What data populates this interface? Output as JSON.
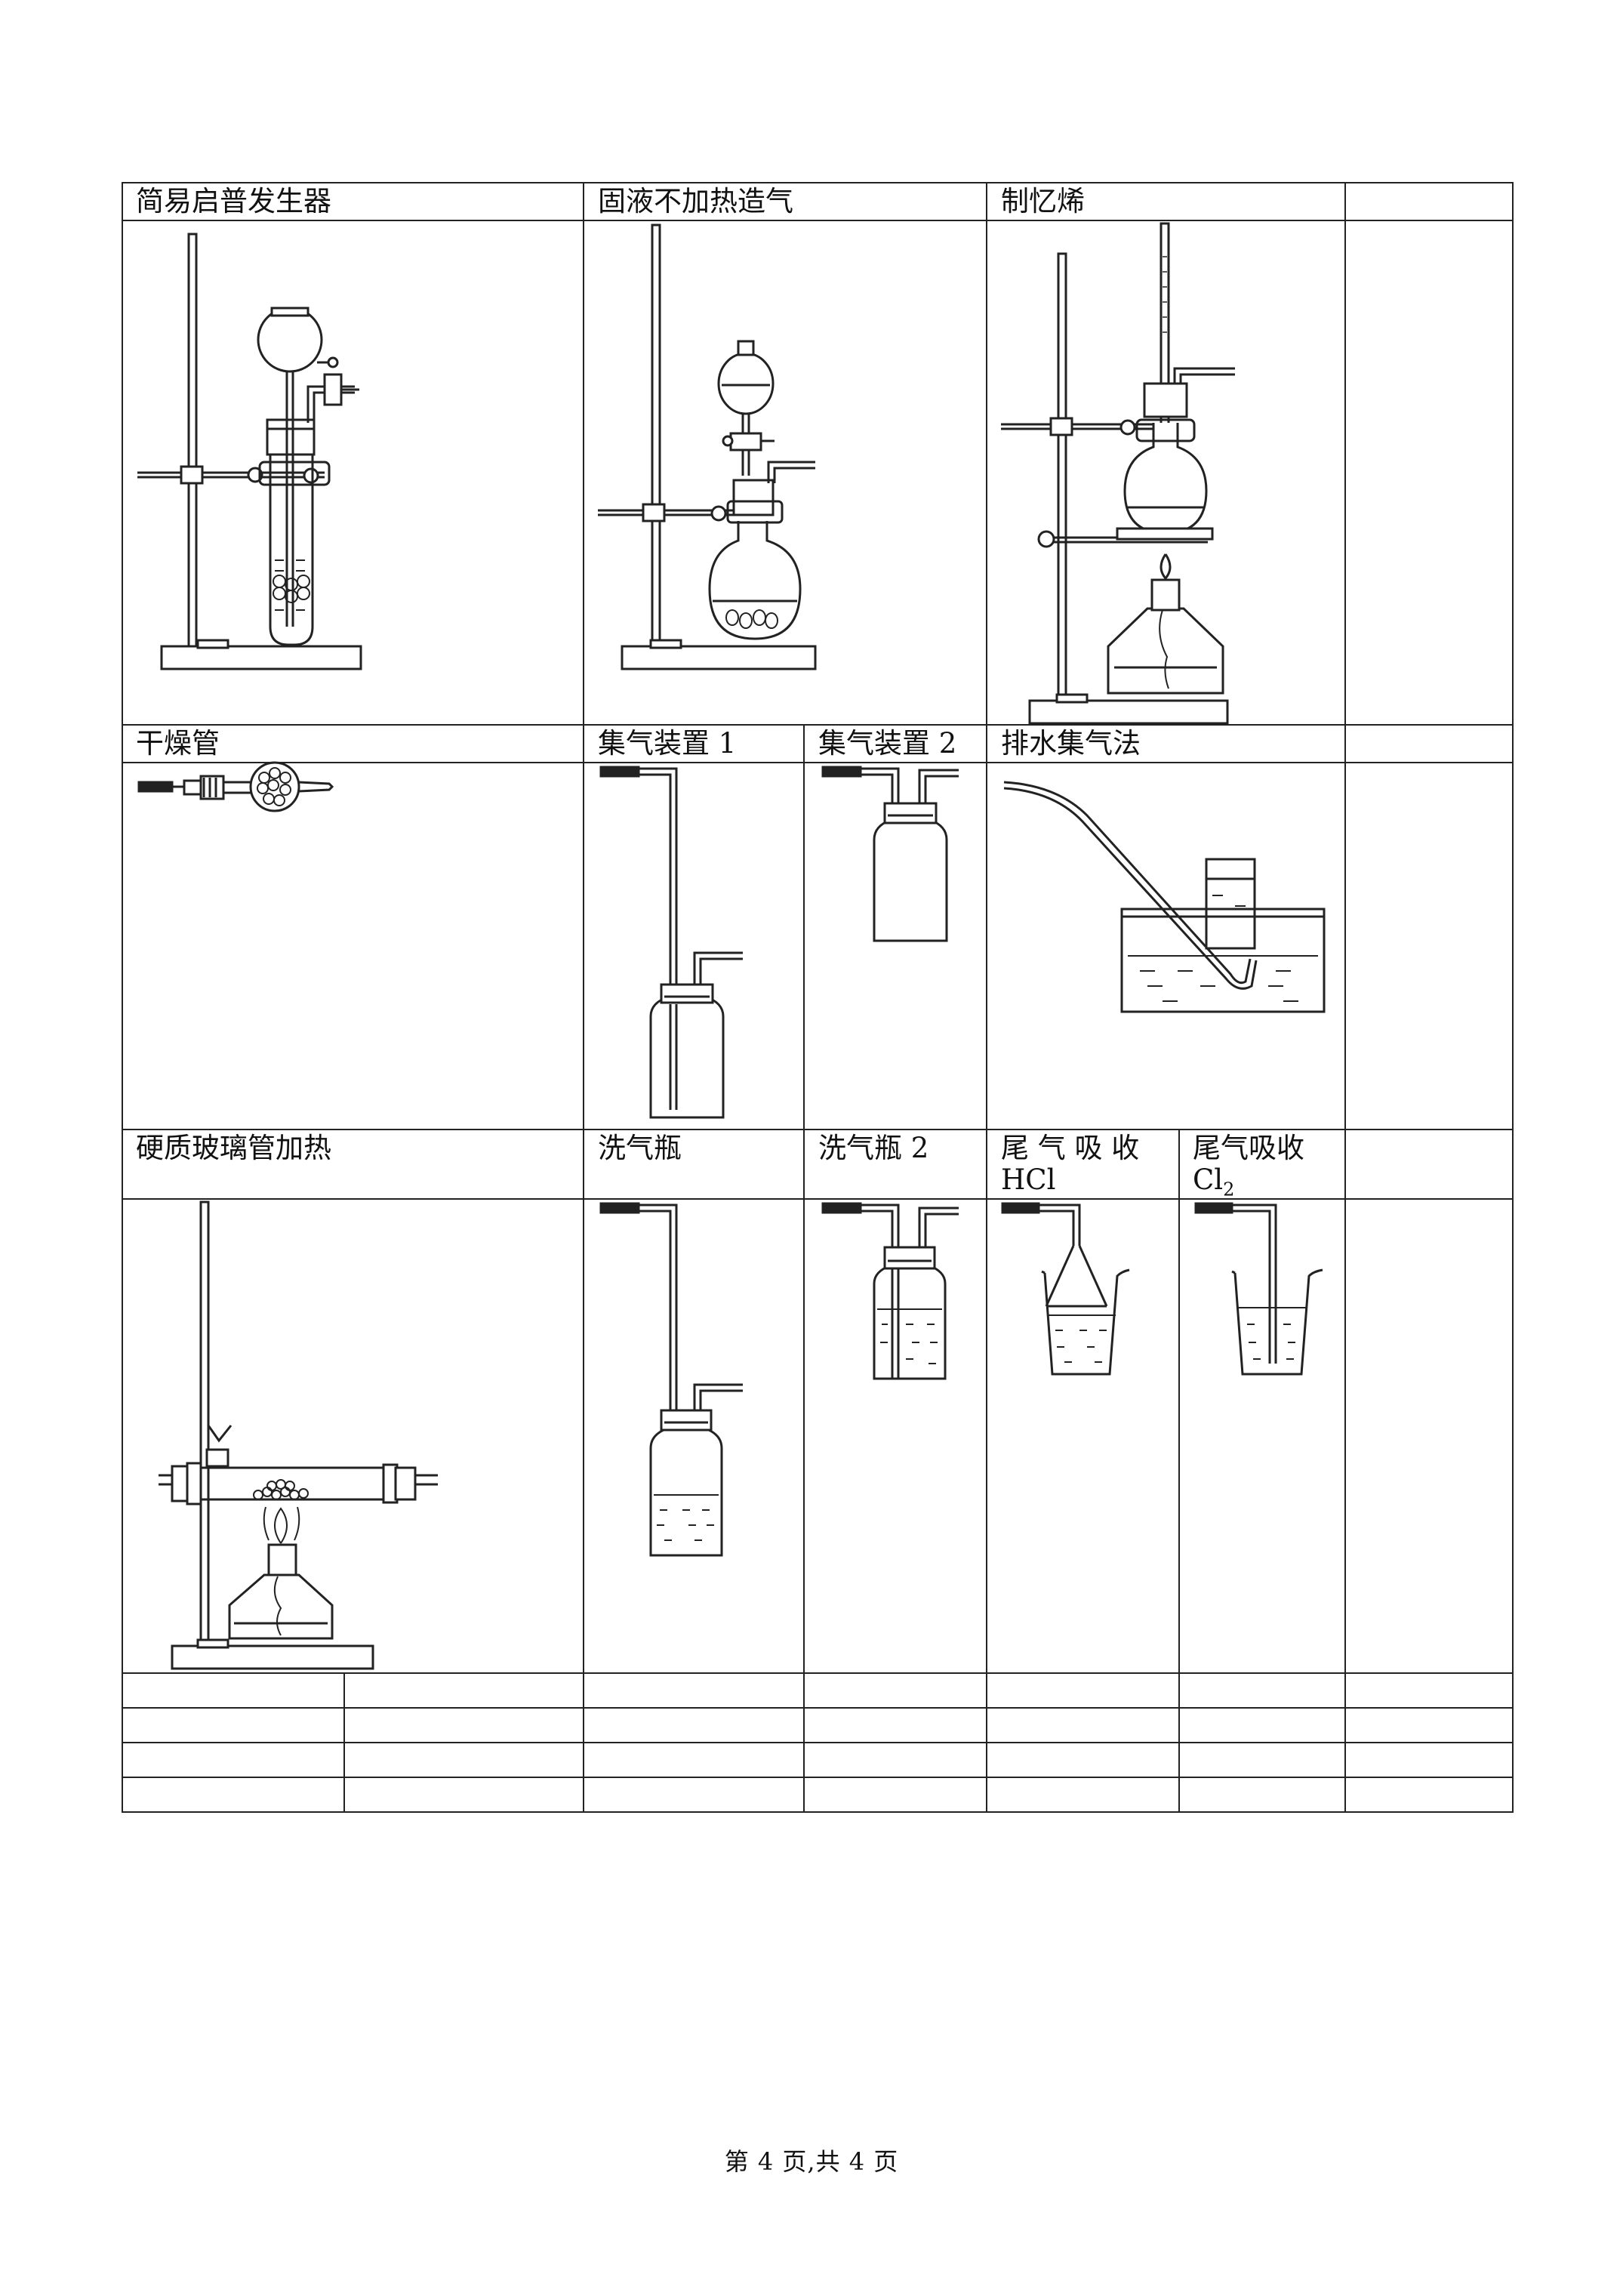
{
  "table": {
    "row1": {
      "simple_kipp_generator": "简易启普发生器",
      "solid_liquid_no_heat": "固液不加热造气",
      "ethylene_prep": "制忆烯",
      "blank": ""
    },
    "row2": {
      "drying_tube": "干燥管",
      "gas_collection_1": "集气装置 1",
      "gas_collection_2": "集气装置 2",
      "water_displacement": "排水集气法"
    },
    "row3": {
      "hard_glass_tube_heating": "硬质玻璃管加热",
      "gas_washing_bottle": "洗气瓶",
      "gas_washing_bottle_2": "洗气瓶 2",
      "tail_gas_hcl_line1": "尾 气 吸 收",
      "tail_gas_hcl_line2": "HCl",
      "tail_gas_cl2_line1": "尾气吸收",
      "tail_gas_cl2_line2": "Cl",
      "tail_gas_cl2_sub": "2"
    }
  },
  "footer": {
    "page_text": "第 4 页,共 4 页"
  }
}
